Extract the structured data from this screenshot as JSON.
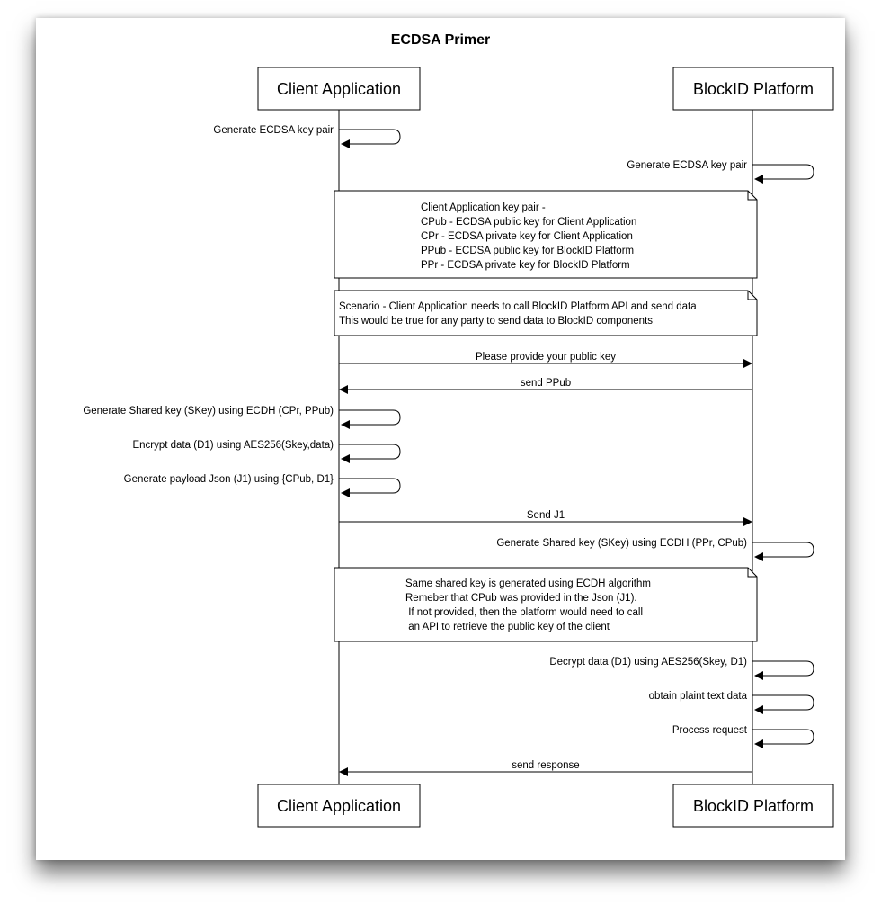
{
  "title": "ECDSA Primer",
  "participants": {
    "client": "Client Application",
    "platform": "BlockID Platform"
  },
  "messages": {
    "client_keypair": "Generate ECDSA key pair",
    "platform_keypair": "Generate ECDSA key pair",
    "request_pubkey": "Please provide your public key",
    "send_ppub": "send PPub",
    "client_shared_key": "Generate Shared key (SKey) using ECDH (CPr, PPub)",
    "encrypt": "Encrypt data (D1) using AES256(Skey,data)",
    "payload": "Generate payload Json (J1) using {CPub, D1}",
    "send_j1": "Send J1",
    "platform_shared_key": "Generate Shared key (SKey) using ECDH (PPr, CPub)",
    "decrypt": "Decrypt data (D1) using AES256(Skey, D1)",
    "plaintext": "obtain plaint text data",
    "process": "Process request",
    "send_response": "send response"
  },
  "notes": {
    "keys": [
      "Client Application key pair -",
      "CPub - ECDSA public key for Client Application",
      "CPr - ECDSA private key for Client Application",
      "PPub - ECDSA public key for BlockID Platform",
      "PPr - ECDSA private key for BlockID Platform"
    ],
    "scenario": [
      "Scenario - Client Application needs to call BlockID Platform API and send data",
      "This would be true for any party to send data to BlockID components"
    ],
    "shared": [
      "Same shared key is generated using ECDH algorithm",
      "Remeber that CPub was provided in the Json (J1).",
      " If not provided, then the platform would need to call",
      " an API to retrieve the public key of the client"
    ]
  }
}
